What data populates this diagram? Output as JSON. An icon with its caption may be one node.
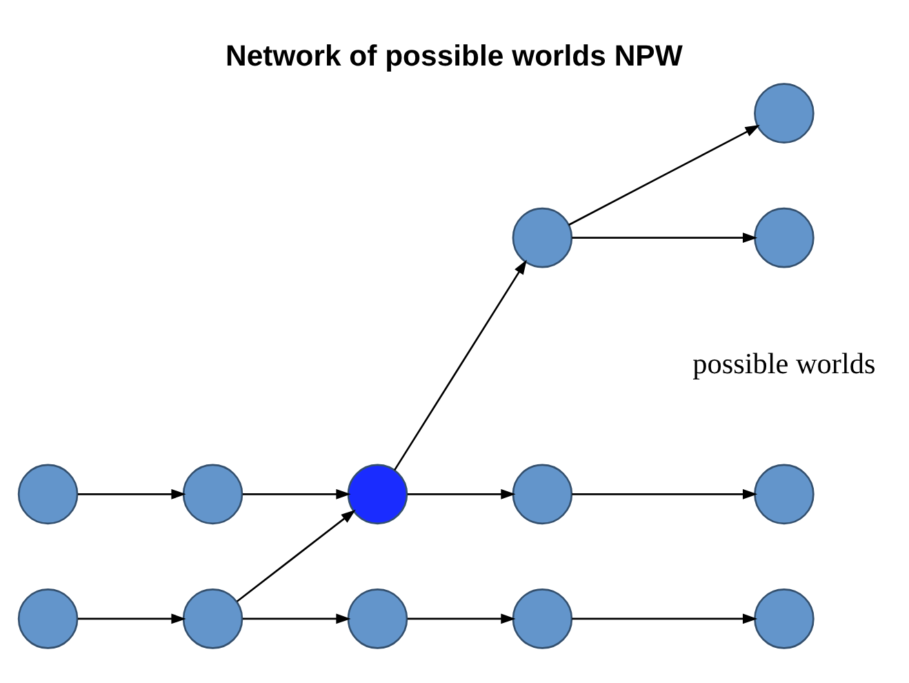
{
  "diagram": {
    "title": "Network of possible worlds NPW",
    "nodes": [
      {
        "text": [],
        "shape": "circle"
      },
      {
        "text": [],
        "shape": "circle"
      },
      {
        "text": [],
        "shape": "circle"
      },
      {
        "text": [],
        "shape": "circle"
      },
      {
        "text": [],
        "shape": "circle"
      },
      {
        "text": [],
        "shape": "circle"
      },
      {
        "text": [],
        "shape": "circle"
      },
      {
        "text": [],
        "shape": "circle"
      },
      {
        "text": [],
        "shape": "circle"
      },
      {
        "text": [],
        "shape": "circle"
      },
      {
        "text": [],
        "shape": "circle"
      },
      {
        "text": [],
        "shape": "circle"
      },
      {
        "text": [],
        "shape": "circle"
      }
    ],
    "edges": [
      {
        "from": 0,
        "to": 1,
        "arrow": "to"
      },
      {
        "from": 1,
        "to": 4,
        "arrow": "to"
      },
      {
        "from": 2,
        "to": 3,
        "arrow": "to"
      },
      {
        "from": 3,
        "to": 4,
        "arrow": "to"
      },
      {
        "from": 3,
        "to": 7,
        "arrow": "to"
      },
      {
        "from": 4,
        "to": 5,
        "arrow": "to"
      },
      {
        "from": 4,
        "to": 6,
        "arrow": "to"
      },
      {
        "from": 5,
        "to": 9,
        "arrow": "to"
      },
      {
        "from": 5,
        "to": 10,
        "arrow": "to"
      },
      {
        "from": 6,
        "to": 11,
        "arrow": "to"
      },
      {
        "from": 7,
        "to": 8,
        "arrow": "to"
      },
      {
        "from": 8,
        "to": 12,
        "arrow": "to"
      }
    ],
    "labels": [
      "possible worlds"
    ]
  }
}
